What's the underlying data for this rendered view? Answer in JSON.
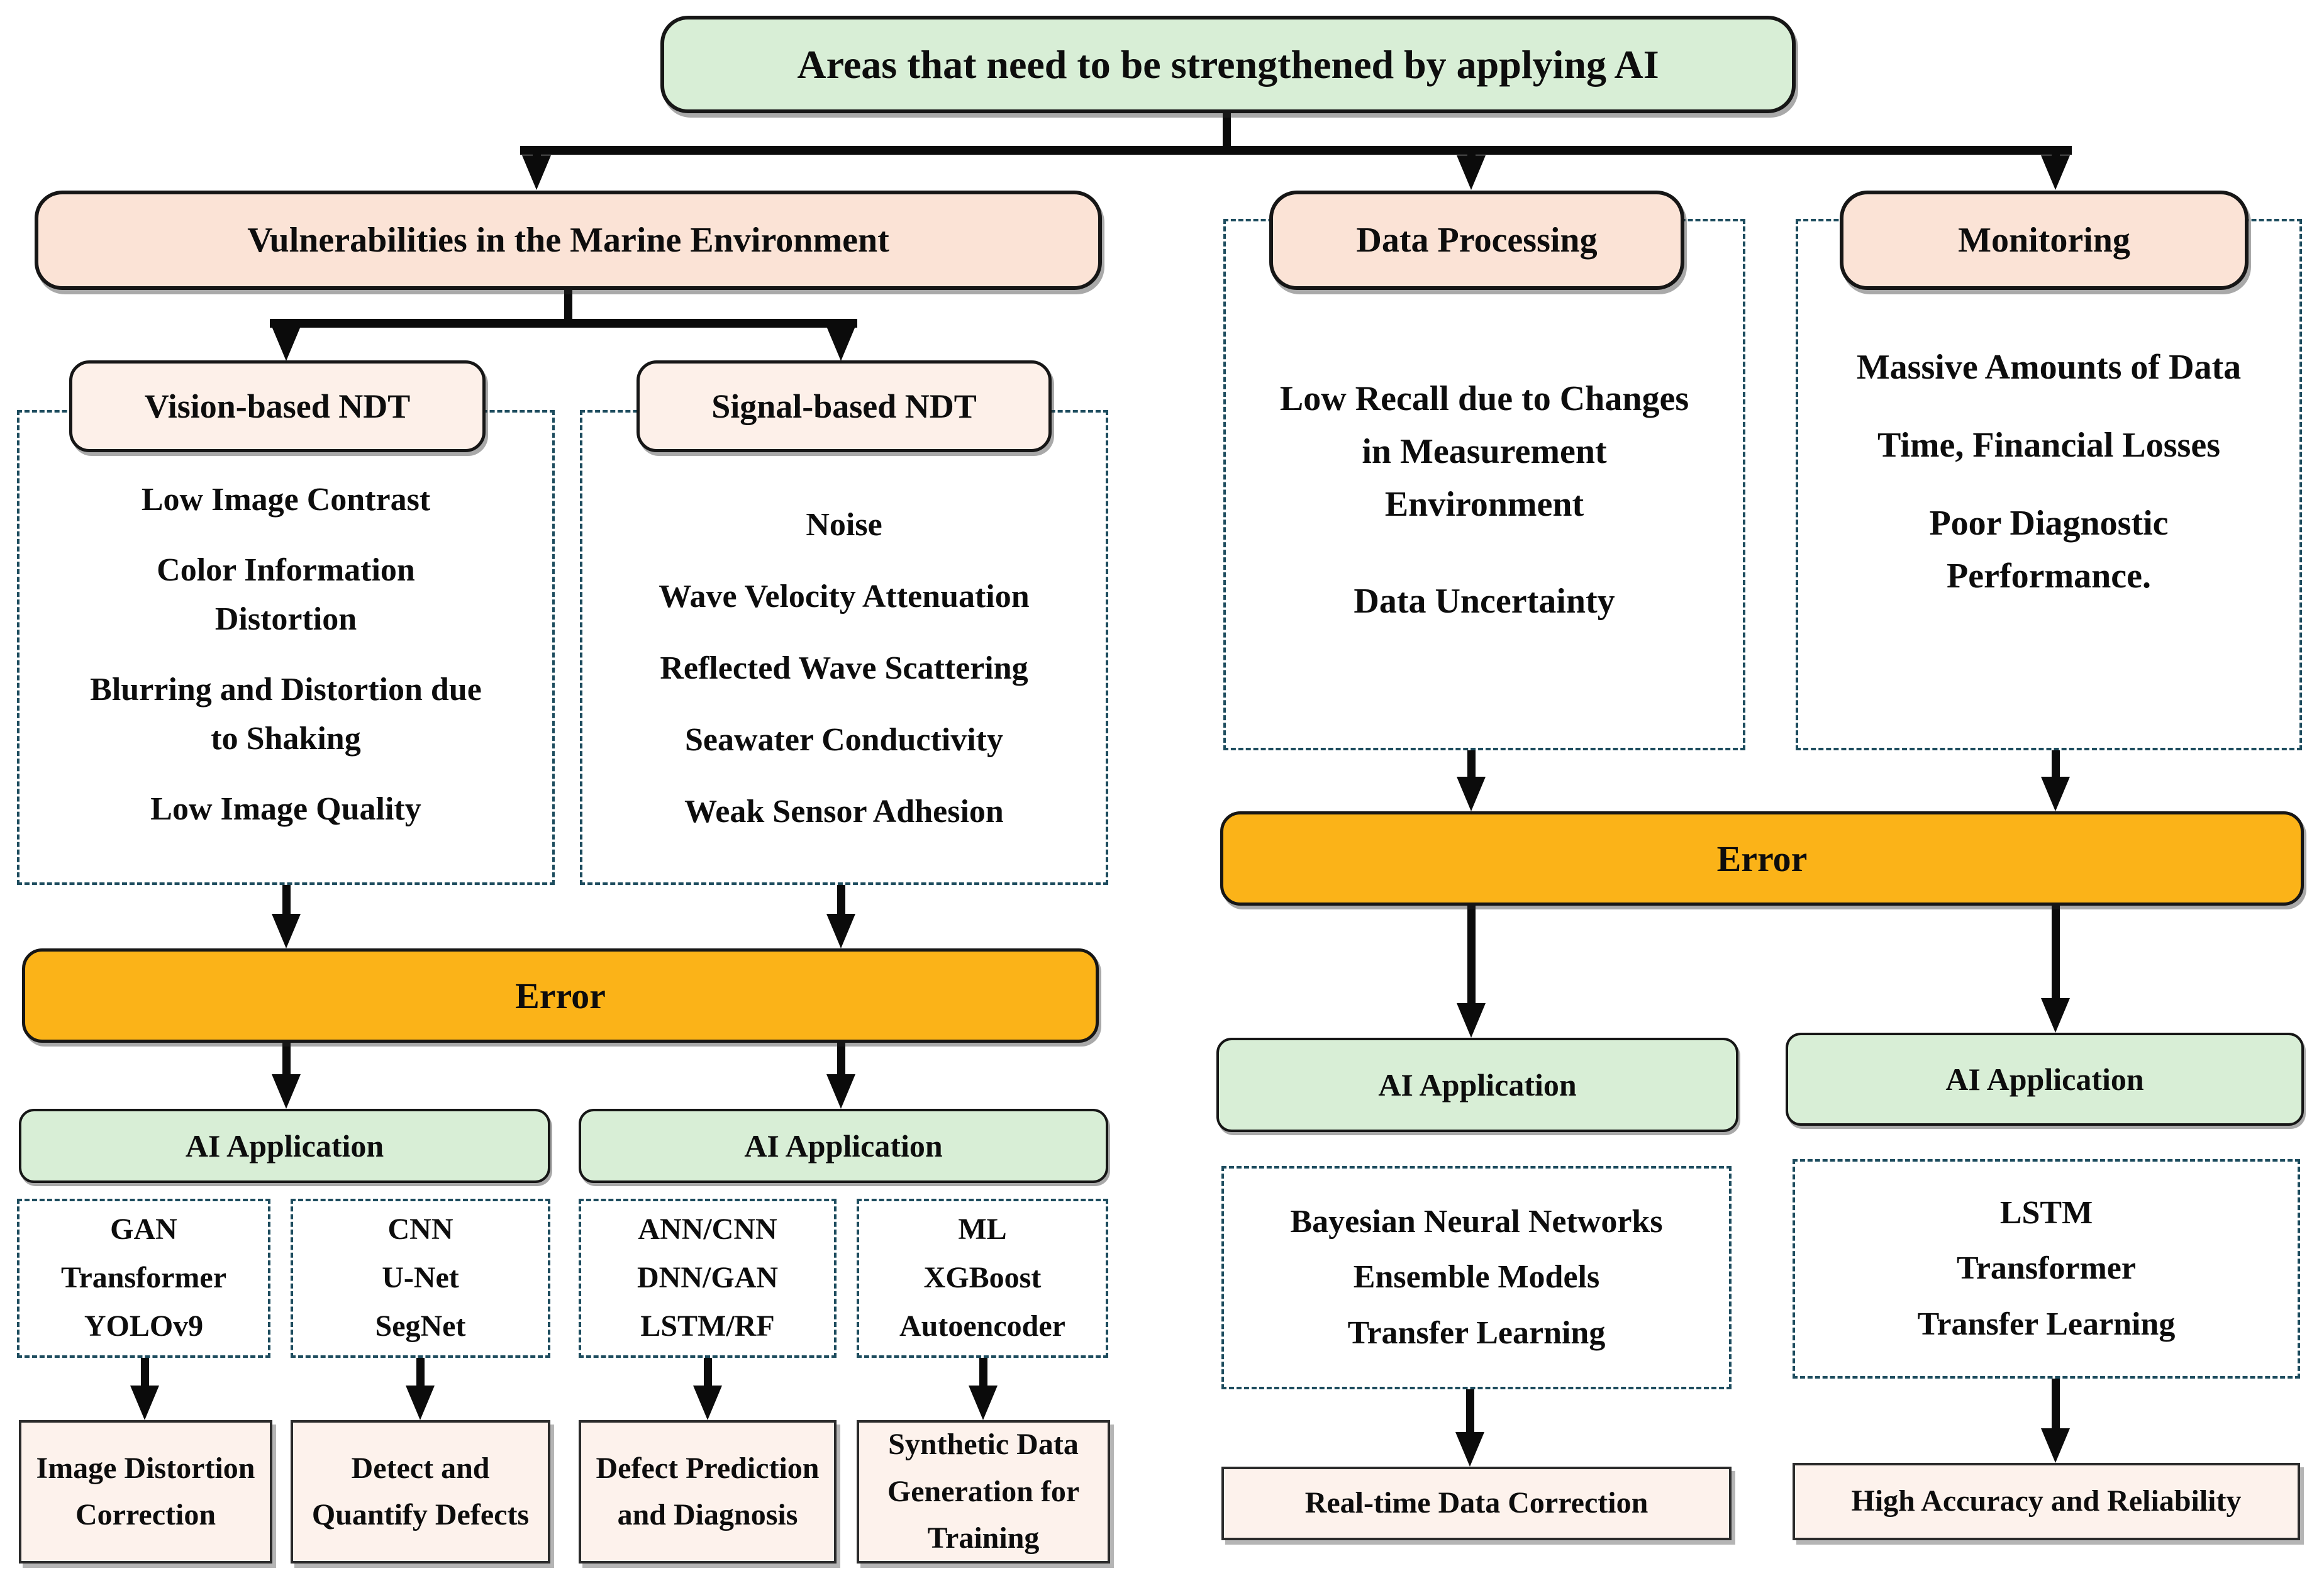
{
  "colors": {
    "title_green": "#d8eed6",
    "branch_peach": "#fbe3d6",
    "ndt_pale_peach": "#fdf0e9",
    "error_amber": "#fbb318",
    "ai_application_green": "#d8eed6",
    "outcome_pale": "#fdf2ec",
    "dashed_border_slate": "#1d4c5e"
  },
  "title": {
    "label": "Areas that need to be strengthened by applying AI"
  },
  "labels": {
    "error": "Error",
    "ai_application": "AI Application"
  },
  "marine": {
    "label": "Vulnerabilities in the Marine Environment",
    "vision": {
      "label": "Vision-based NDT",
      "issues": [
        "Low Image Contrast",
        "Color Information Distortion",
        "Blurring and Distortion due to Shaking",
        "Low Image Quality"
      ],
      "groups": [
        {
          "methods": [
            "GAN",
            "Transformer",
            "YOLOv9"
          ],
          "outcome": "Image Distortion Correction"
        },
        {
          "methods": [
            "CNN",
            "U-Net",
            "SegNet"
          ],
          "outcome": "Detect and Quantify Defects"
        }
      ]
    },
    "signal": {
      "label": "Signal-based NDT",
      "issues": [
        "Noise",
        "Wave Velocity Attenuation",
        "Reflected Wave Scattering",
        "Seawater Conductivity",
        "Weak Sensor Adhesion"
      ],
      "groups": [
        {
          "methods": [
            "ANN/CNN",
            "DNN/GAN",
            "LSTM/RF"
          ],
          "outcome": "Defect Prediction and Diagnosis"
        },
        {
          "methods": [
            "ML",
            "XGBoost",
            "Autoencoder"
          ],
          "outcome": "Synthetic Data Generation for Training"
        }
      ]
    }
  },
  "data_processing": {
    "label": "Data Processing",
    "issues": [
      "Low Recall due to Changes in Measurement Environment",
      "Data Uncertainty"
    ],
    "methods": [
      "Bayesian Neural Networks",
      "Ensemble Models",
      "Transfer Learning"
    ],
    "outcome": "Real-time Data Correction"
  },
  "monitoring": {
    "label": "Monitoring",
    "issues": [
      "Massive Amounts  of Data",
      "Time, Financial Losses",
      "Poor Diagnostic Performance."
    ],
    "methods": [
      "LSTM",
      "Transformer",
      "Transfer Learning"
    ],
    "outcome": "High Accuracy and Reliability"
  }
}
